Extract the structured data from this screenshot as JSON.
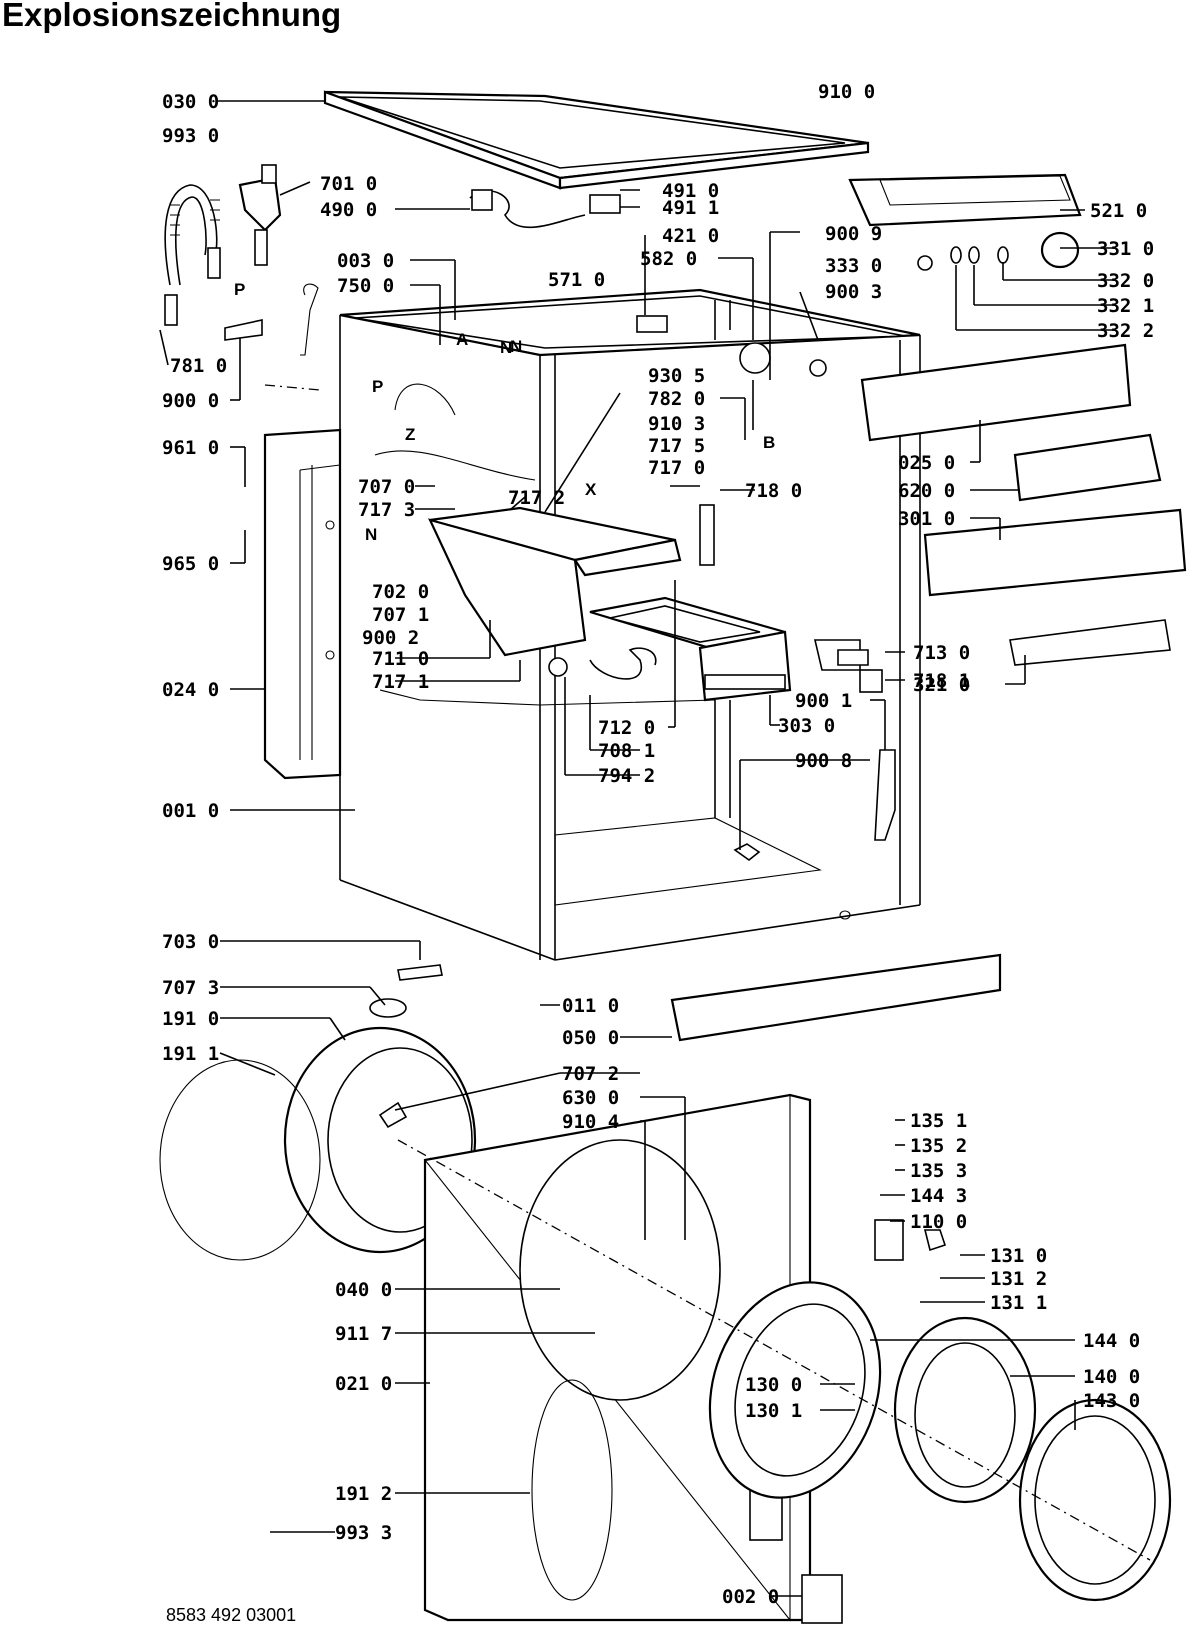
{
  "title": "Explosionszeichnung",
  "doc_number": "8583 492 03001",
  "side_labels": [
    "A",
    "N",
    "P",
    "Z",
    "B",
    "X",
    "N",
    "N",
    "P"
  ],
  "part_labels": [
    "030 0",
    "993 0",
    "701 0",
    "490 0",
    "003 0",
    "750 0",
    "781 0",
    "900 0",
    "961 0",
    "965 0",
    "707 0",
    "717 3",
    "702 0",
    "707 1",
    "900 2",
    "711 0",
    "717 1",
    "024 0",
    "001 0",
    "571 0",
    "491 0",
    "491 1",
    "421 0",
    "582 0",
    "717 2",
    "930 5",
    "782 0",
    "910 3",
    "717 5",
    "717 0",
    "718 0",
    "910 0",
    "521 0",
    "900 9",
    "333 0",
    "900 3",
    "331 0",
    "332 0",
    "332 1",
    "332 2",
    "025 0",
    "620 0",
    "301 0",
    "713 0",
    "718 1",
    "321 0",
    "712 0",
    "708 1",
    "794 2",
    "303 0",
    "900 1",
    "900 8",
    "703 0",
    "707 3",
    "191 0",
    "191 1",
    "011 0",
    "050 0",
    "707 2",
    "630 0",
    "910 4",
    "040 0",
    "911 7",
    "021 0",
    "191 2",
    "993 3",
    "002 0",
    "135 1",
    "135 2",
    "135 3",
    "144 3",
    "110 0",
    "131 0",
    "131 2",
    "131 1",
    "144 0",
    "130 0",
    "130 1",
    "140 0",
    "143 0"
  ]
}
